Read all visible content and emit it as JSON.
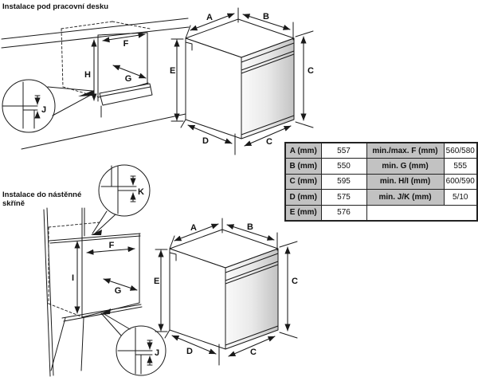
{
  "sections": {
    "worktop": {
      "title": "Instalace pod pracovní desku"
    },
    "wall_cabinet": {
      "title_line1": "Instalace do nástěnné",
      "title_line2": "skříně"
    }
  },
  "dim_labels": {
    "A": "A",
    "B": "B",
    "C": "C",
    "D": "D",
    "E": "E",
    "F": "F",
    "G": "G",
    "H": "H",
    "I": "I",
    "J": "J",
    "K": "K"
  },
  "table": {
    "rows": [
      {
        "label_left": "A (mm)",
        "value_left": "557",
        "label_right": "min./max. F (mm)",
        "value_right": "560/580"
      },
      {
        "label_left": "B (mm)",
        "value_left": "550",
        "label_right": "min. G (mm)",
        "value_right": "555"
      },
      {
        "label_left": "C (mm)",
        "value_left": "595",
        "label_right": "min. H/I (mm)",
        "value_right": "600/590"
      },
      {
        "label_left": "D (mm)",
        "value_left": "575",
        "label_right": "min. J/K (mm)",
        "value_right": "5/10"
      },
      {
        "label_left": "E (mm)",
        "value_left": "576",
        "label_right": "",
        "value_right": ""
      }
    ]
  },
  "colors": {
    "line": "#1a1a1a",
    "table_gray": "#c2c2c2",
    "door_light": "#fafafa",
    "door_dark": "#c3c3c3"
  }
}
